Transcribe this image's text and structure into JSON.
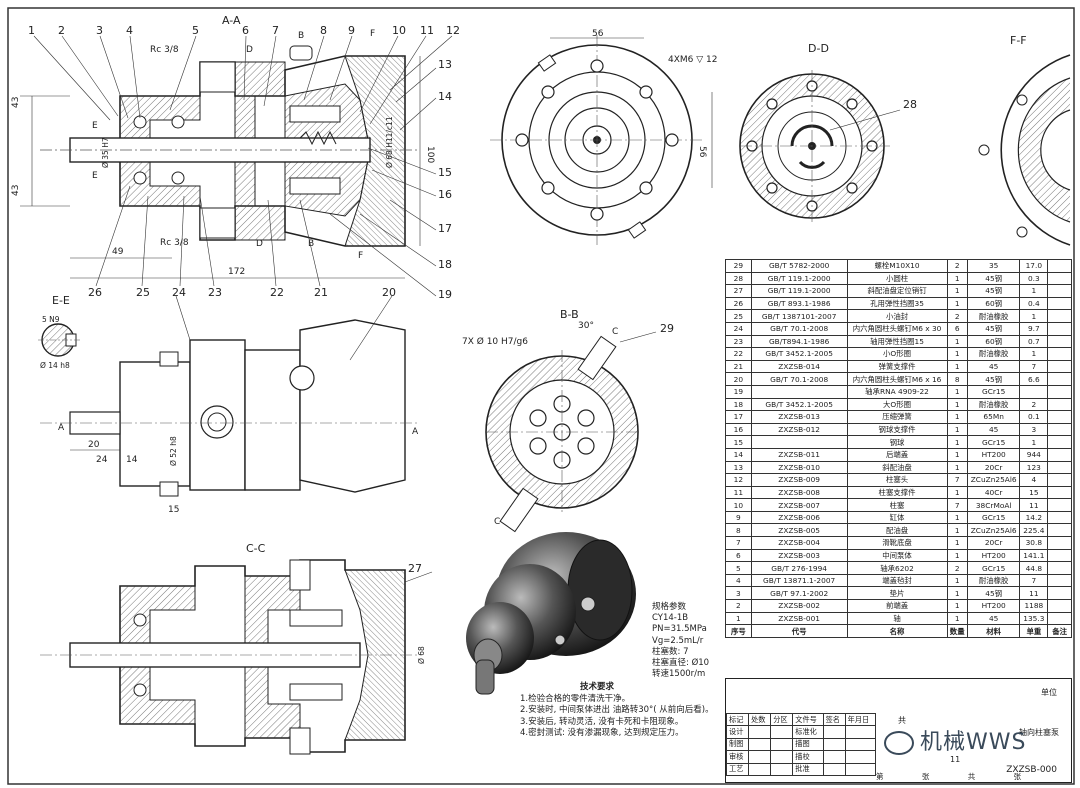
{
  "views": {
    "aa": "A-A",
    "dd": "D-D",
    "ff": "F-F",
    "ee": "E-E",
    "bb": "B-B",
    "cc": "C-C"
  },
  "callouts": {
    "top": [
      "1",
      "2",
      "3",
      "4",
      "5",
      "6",
      "7",
      "8",
      "9",
      "10",
      "11",
      "12"
    ],
    "right": [
      "13",
      "14",
      "15",
      "16",
      "17",
      "18",
      "19"
    ],
    "bottom": [
      "26",
      "25",
      "24",
      "23",
      "22",
      "21"
    ],
    "mid": [
      "20",
      "27",
      "28",
      "29"
    ]
  },
  "dims": {
    "rc_top": "Rc 3/8",
    "rc_bottom": "Rc 3/8",
    "d43_top": "43",
    "d43_bottom": "43",
    "d49": "49",
    "d172": "172",
    "d100": "100",
    "d68h": "Ø 68 H11/c11",
    "d35h": "Ø 35 H7",
    "d56_top": "56",
    "d56_side": "56",
    "holes_4": "4XM6 ▽ 12",
    "holes_7": "7X Ø 10 H7/g6",
    "angle_30": "30°",
    "sn9": "5 N9",
    "d14": "Ø 14 h8",
    "d20": "20",
    "d24": "24",
    "d14b": "14",
    "d15": "15",
    "d52": "Ø 52 h8",
    "d68c": "Ø 68"
  },
  "section_marks": {
    "a": "A",
    "b": "B",
    "c": "C",
    "d": "D",
    "e": "E",
    "f": "F"
  },
  "bom": {
    "headers": [
      "序号",
      "代号",
      "名称",
      "数量",
      "材料",
      "单重",
      "备注"
    ],
    "rows": [
      [
        "29",
        "GB/T 5782-2000",
        "螺栓M10X10",
        "2",
        "35",
        "17.0",
        ""
      ],
      [
        "28",
        "GB/T 119.1-2000",
        "小圆柱",
        "1",
        "45钢",
        "0.3",
        ""
      ],
      [
        "27",
        "GB/T 119.1-2000",
        "斜配油盘定位销钉",
        "1",
        "45钢",
        "1",
        ""
      ],
      [
        "26",
        "GB/T 893.1-1986",
        "孔用弹性挡圈35",
        "1",
        "60钢",
        "0.4",
        ""
      ],
      [
        "25",
        "GB/T 1387101-2007",
        "小油封",
        "2",
        "耐油橡胶",
        "1",
        ""
      ],
      [
        "24",
        "GB/T 70.1-2008",
        "内六角圆柱头螺钉M6 x 30",
        "6",
        "45钢",
        "9.7",
        ""
      ],
      [
        "23",
        "GB/T894.1-1986",
        "轴用弹性挡圈15",
        "1",
        "60钢",
        "0.7",
        ""
      ],
      [
        "22",
        "GB/T 3452.1-2005",
        "小O形圈",
        "1",
        "耐油橡胶",
        "1",
        ""
      ],
      [
        "21",
        "ZXZSB-014",
        "弹簧支撑件",
        "1",
        "45",
        "7",
        ""
      ],
      [
        "20",
        "GB/T 70.1-2008",
        "内六角圆柱头螺钉M6 x 16",
        "8",
        "45钢",
        "6.6",
        ""
      ],
      [
        "19",
        "",
        "轴承RNA 4909-22",
        "1",
        "GCr15",
        "",
        ""
      ],
      [
        "18",
        "GB/T 3452.1-2005",
        "大O形圈",
        "1",
        "耐油橡胶",
        "2",
        ""
      ],
      [
        "17",
        "ZXZSB-013",
        "压缩弹簧",
        "1",
        "65Mn",
        "0.1",
        ""
      ],
      [
        "16",
        "ZXZSB-012",
        "钢球支撑件",
        "1",
        "45",
        "3",
        ""
      ],
      [
        "15",
        "",
        "钢球",
        "1",
        "GCr15",
        "1",
        ""
      ],
      [
        "14",
        "ZXZSB-011",
        "后端盖",
        "1",
        "HT200",
        "944",
        ""
      ],
      [
        "13",
        "ZXZSB-010",
        "斜配油盘",
        "1",
        "20Cr",
        "123",
        ""
      ],
      [
        "12",
        "ZXZSB-009",
        "柱塞头",
        "7",
        "ZCuZn25Al6",
        "4",
        ""
      ],
      [
        "11",
        "ZXZSB-008",
        "柱塞支撑件",
        "1",
        "40Cr",
        "15",
        ""
      ],
      [
        "10",
        "ZXZSB-007",
        "柱塞",
        "7",
        "38CrMoAl",
        "11",
        ""
      ],
      [
        "9",
        "ZXZSB-006",
        "缸体",
        "1",
        "GCr15",
        "14.2",
        ""
      ],
      [
        "8",
        "ZXZSB-005",
        "配油盘",
        "1",
        "ZCuZn25Al6",
        "225.4",
        ""
      ],
      [
        "7",
        "ZXZSB-004",
        "滑靴底盘",
        "1",
        "20Cr",
        "30.8",
        ""
      ],
      [
        "6",
        "ZXZSB-003",
        "中间泵体",
        "1",
        "HT200",
        "141.1",
        ""
      ],
      [
        "5",
        "GB/T 276-1994",
        "轴承6202",
        "2",
        "GCr15",
        "44.8",
        ""
      ],
      [
        "4",
        "GB/T 13871.1-2007",
        "端盖毡封",
        "1",
        "耐油橡胶",
        "7",
        ""
      ],
      [
        "3",
        "GB/T 97.1-2002",
        "垫片",
        "1",
        "45钢",
        "11",
        ""
      ],
      [
        "2",
        "ZXZSB-002",
        "前端盖",
        "1",
        "HT200",
        "1188",
        ""
      ],
      [
        "1",
        "ZXZSB-001",
        "轴",
        "1",
        "45",
        "135.3",
        ""
      ]
    ]
  },
  "title_block": {
    "unit": "单位",
    "drawing_code": "ZXZSB-000",
    "scale": "11",
    "revision_header": [
      "标记",
      "处数",
      "分区",
      "文件号",
      "签名",
      "年月日"
    ],
    "rows": [
      [
        "设计",
        "",
        "标准化",
        ""
      ],
      [
        "制图",
        "",
        "描图",
        ""
      ],
      [
        "审核",
        "",
        "描校",
        ""
      ],
      [
        "工艺",
        "",
        "批准",
        ""
      ]
    ],
    "bottom_labels": "第 张 共 张",
    "name_line1": "共",
    "name_line2": "轴向柱塞泵"
  },
  "tech_notes": {
    "title": "技术要求",
    "lines": [
      "1.检验合格的零件清洗干净。",
      "2.安装时, 中间泵体进出 油路转30°( 从前向后看)。",
      "3.安装后, 转动灵活, 没有卡死和卡阻现象。",
      "4.密封测试: 没有渗漏现象, 达到规定压力。"
    ]
  },
  "params": {
    "title": "规格参数",
    "lines": [
      "CY14-1B",
      "PN=31.5MPa",
      "Vg=2.5mL/r",
      "柱塞数: 7",
      "柱塞直径: Ø10",
      "转速1500r/m"
    ]
  },
  "watermark": "机械WWS"
}
